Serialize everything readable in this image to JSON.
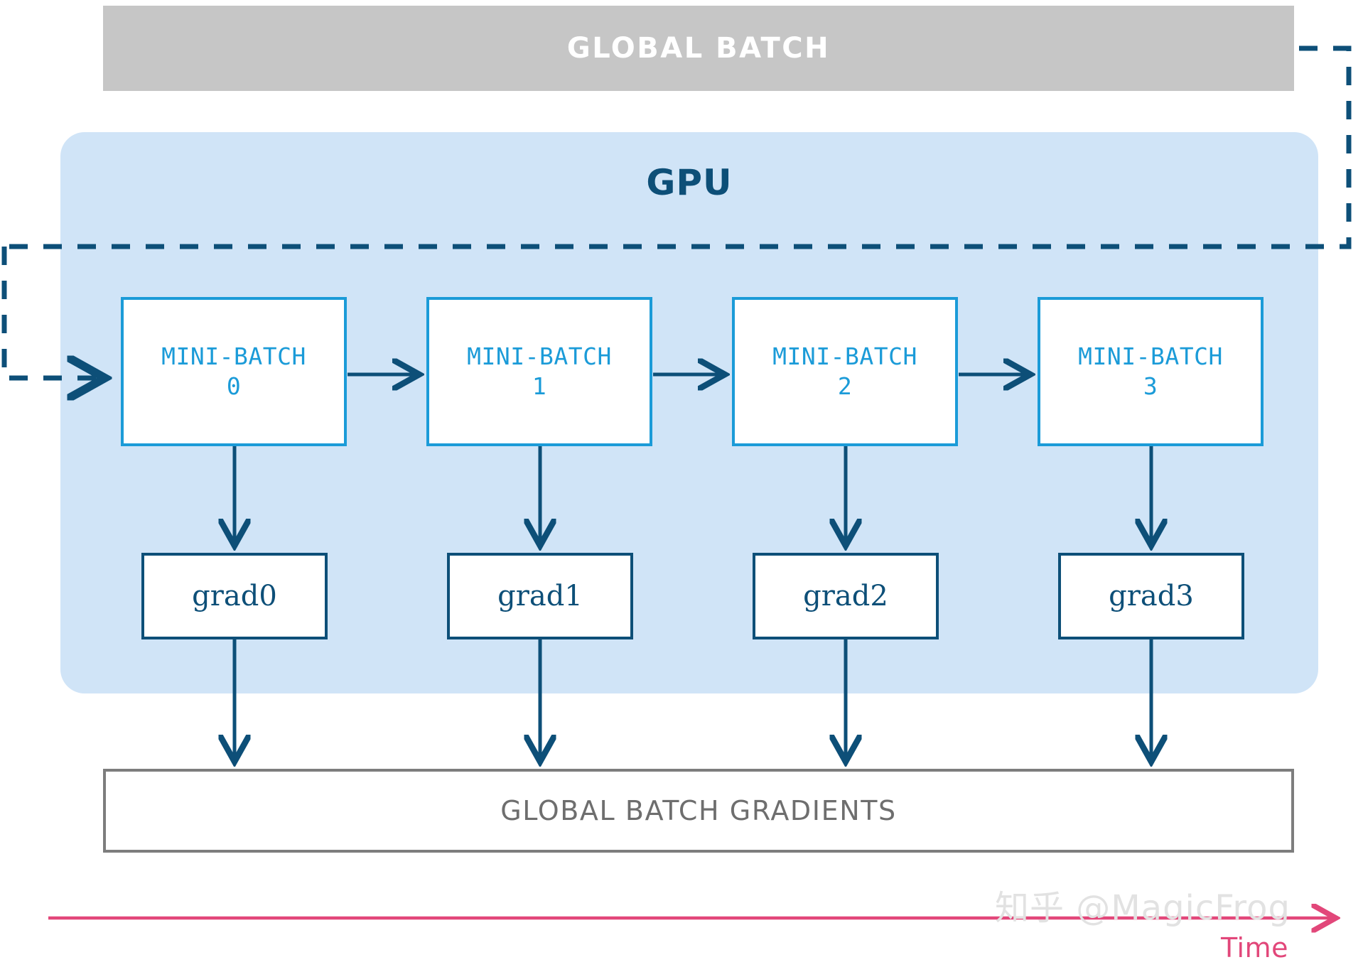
{
  "diagram": {
    "global_batch": {
      "label": "GLOBAL BATCH"
    },
    "gpu": {
      "title": "GPU"
    },
    "mini_batches": [
      {
        "name": "MINI-BATCH",
        "index": "0"
      },
      {
        "name": "MINI-BATCH",
        "index": "1"
      },
      {
        "name": "MINI-BATCH",
        "index": "2"
      },
      {
        "name": "MINI-BATCH",
        "index": "3"
      }
    ],
    "grads": [
      {
        "label": "grad0"
      },
      {
        "label": "grad1"
      },
      {
        "label": "grad2"
      },
      {
        "label": "grad3"
      }
    ],
    "global_batch_gradients": {
      "label": "GLOBAL BATCH GRADIENTS"
    },
    "time_axis": {
      "label": "Time"
    },
    "watermark": {
      "text": "知乎 @MagicFrog"
    },
    "colors": {
      "global_batch_fill": "#c6c6c6",
      "gpu_panel_fill": "#d0e4f7",
      "mini_batch_border": "#1b9bd8",
      "mini_batch_text": "#1b9bd8",
      "grad_border": "#0d4f78",
      "grad_text": "#0d4f78",
      "gradients_border": "#7d7d7d",
      "gradients_text": "#6e6e6e",
      "time_axis": "#e2477a",
      "watermark": "#e2e2e2"
    }
  }
}
